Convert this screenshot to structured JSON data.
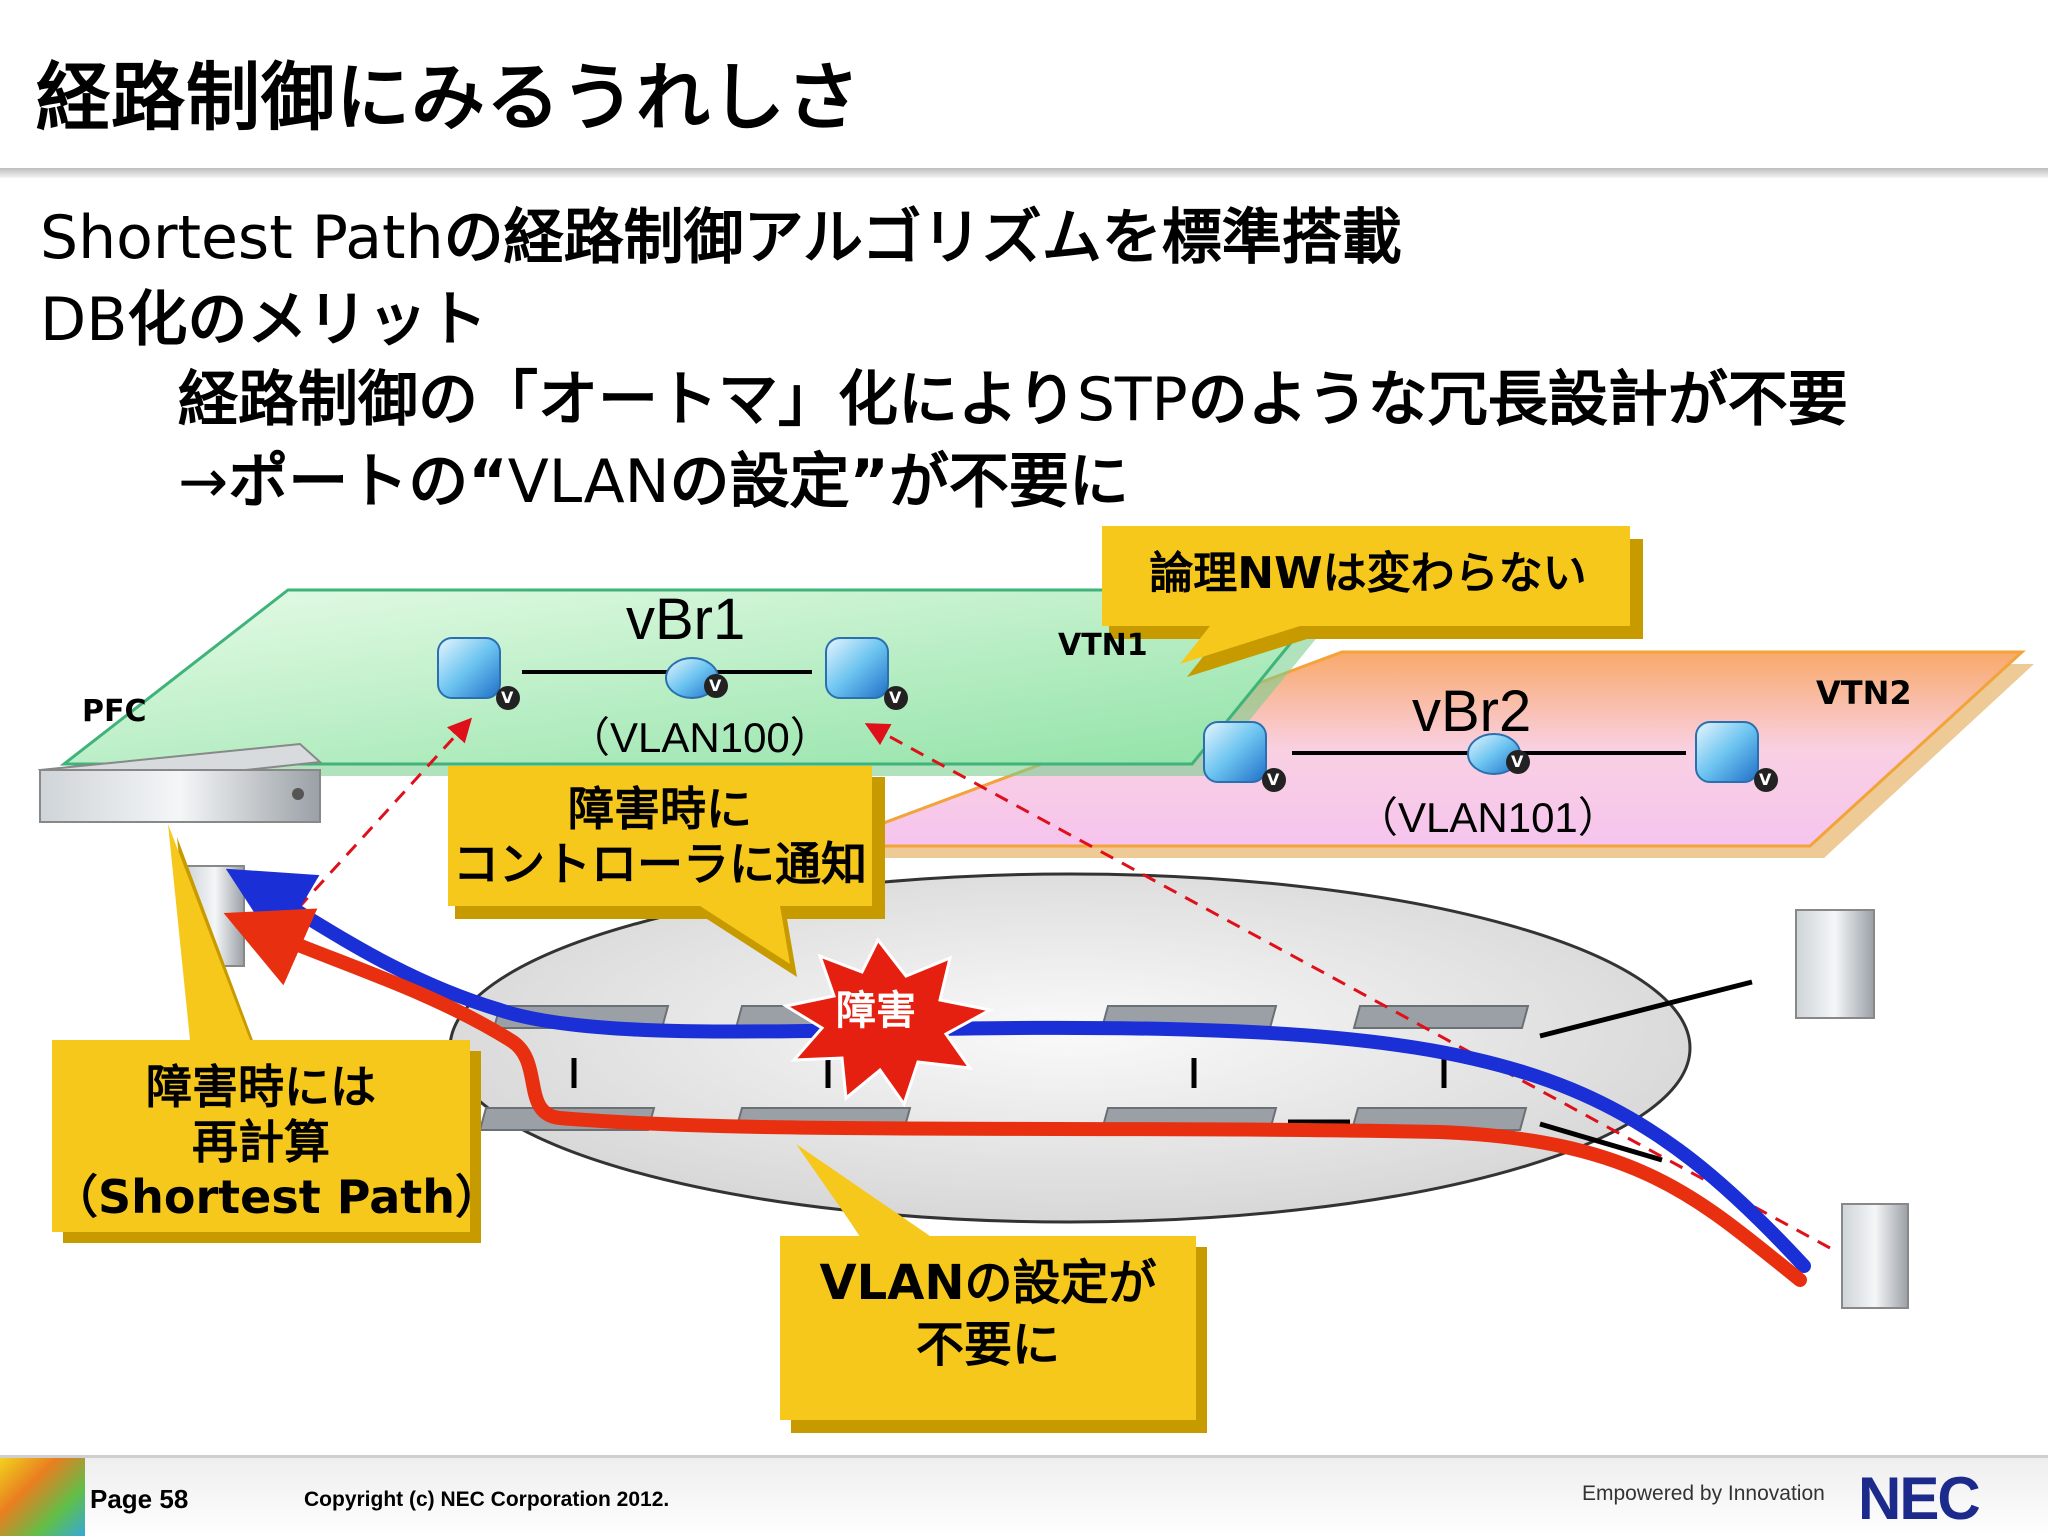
{
  "slide": {
    "title": "経路制御にみるうれしさ",
    "bullets": [
      {
        "plain": "Shortest Path",
        "bold": "の経路制御アルゴリズムを標準搭載",
        "plain2": ""
      },
      {
        "plain": "DB",
        "bold": "化のメリット",
        "plain2": ""
      },
      {
        "plain": "",
        "bold": "経路制御の「オートマ」化により",
        "plain2": "STP",
        "bold2": "のような冗長設計が不要"
      },
      {
        "plain": "→",
        "bold": "ポートの“",
        "plain2": "VLAN",
        "bold2": "の設定”が不要に"
      }
    ]
  },
  "diagram": {
    "controller_label": "PFC",
    "vtn1": {
      "label": "VTN1",
      "bridge": "vBr1",
      "vlan": "（VLAN100）"
    },
    "vtn2": {
      "label": "VTN2",
      "bridge": "vBr2",
      "vlan": "（VLAN101）"
    },
    "vm_badge": "V",
    "failure_label": "障害",
    "callouts": {
      "logical_nw": "論理NWは変わらない",
      "notify_line1": "障害時に",
      "notify_line2": "コントローラに通知",
      "recalc_line1": "障害時には",
      "recalc_line2": "再計算",
      "recalc_line3": "（Shortest Path）",
      "vlan_line1": "VLANの設定が",
      "vlan_line2": "不要に"
    },
    "colors": {
      "vtn1_fill": "#c6f2cf",
      "vtn2_fill": "#f8c8e8",
      "callout": "#f7c81c",
      "path_blue": "#1a2fd6",
      "path_red": "#e83010",
      "failure": "#e62010"
    }
  },
  "footer": {
    "page": "Page 58",
    "copyright": "Copyright (c) NEC Corporation 2012.",
    "tagline": "Empowered by Innovation",
    "logo": "NEC"
  }
}
